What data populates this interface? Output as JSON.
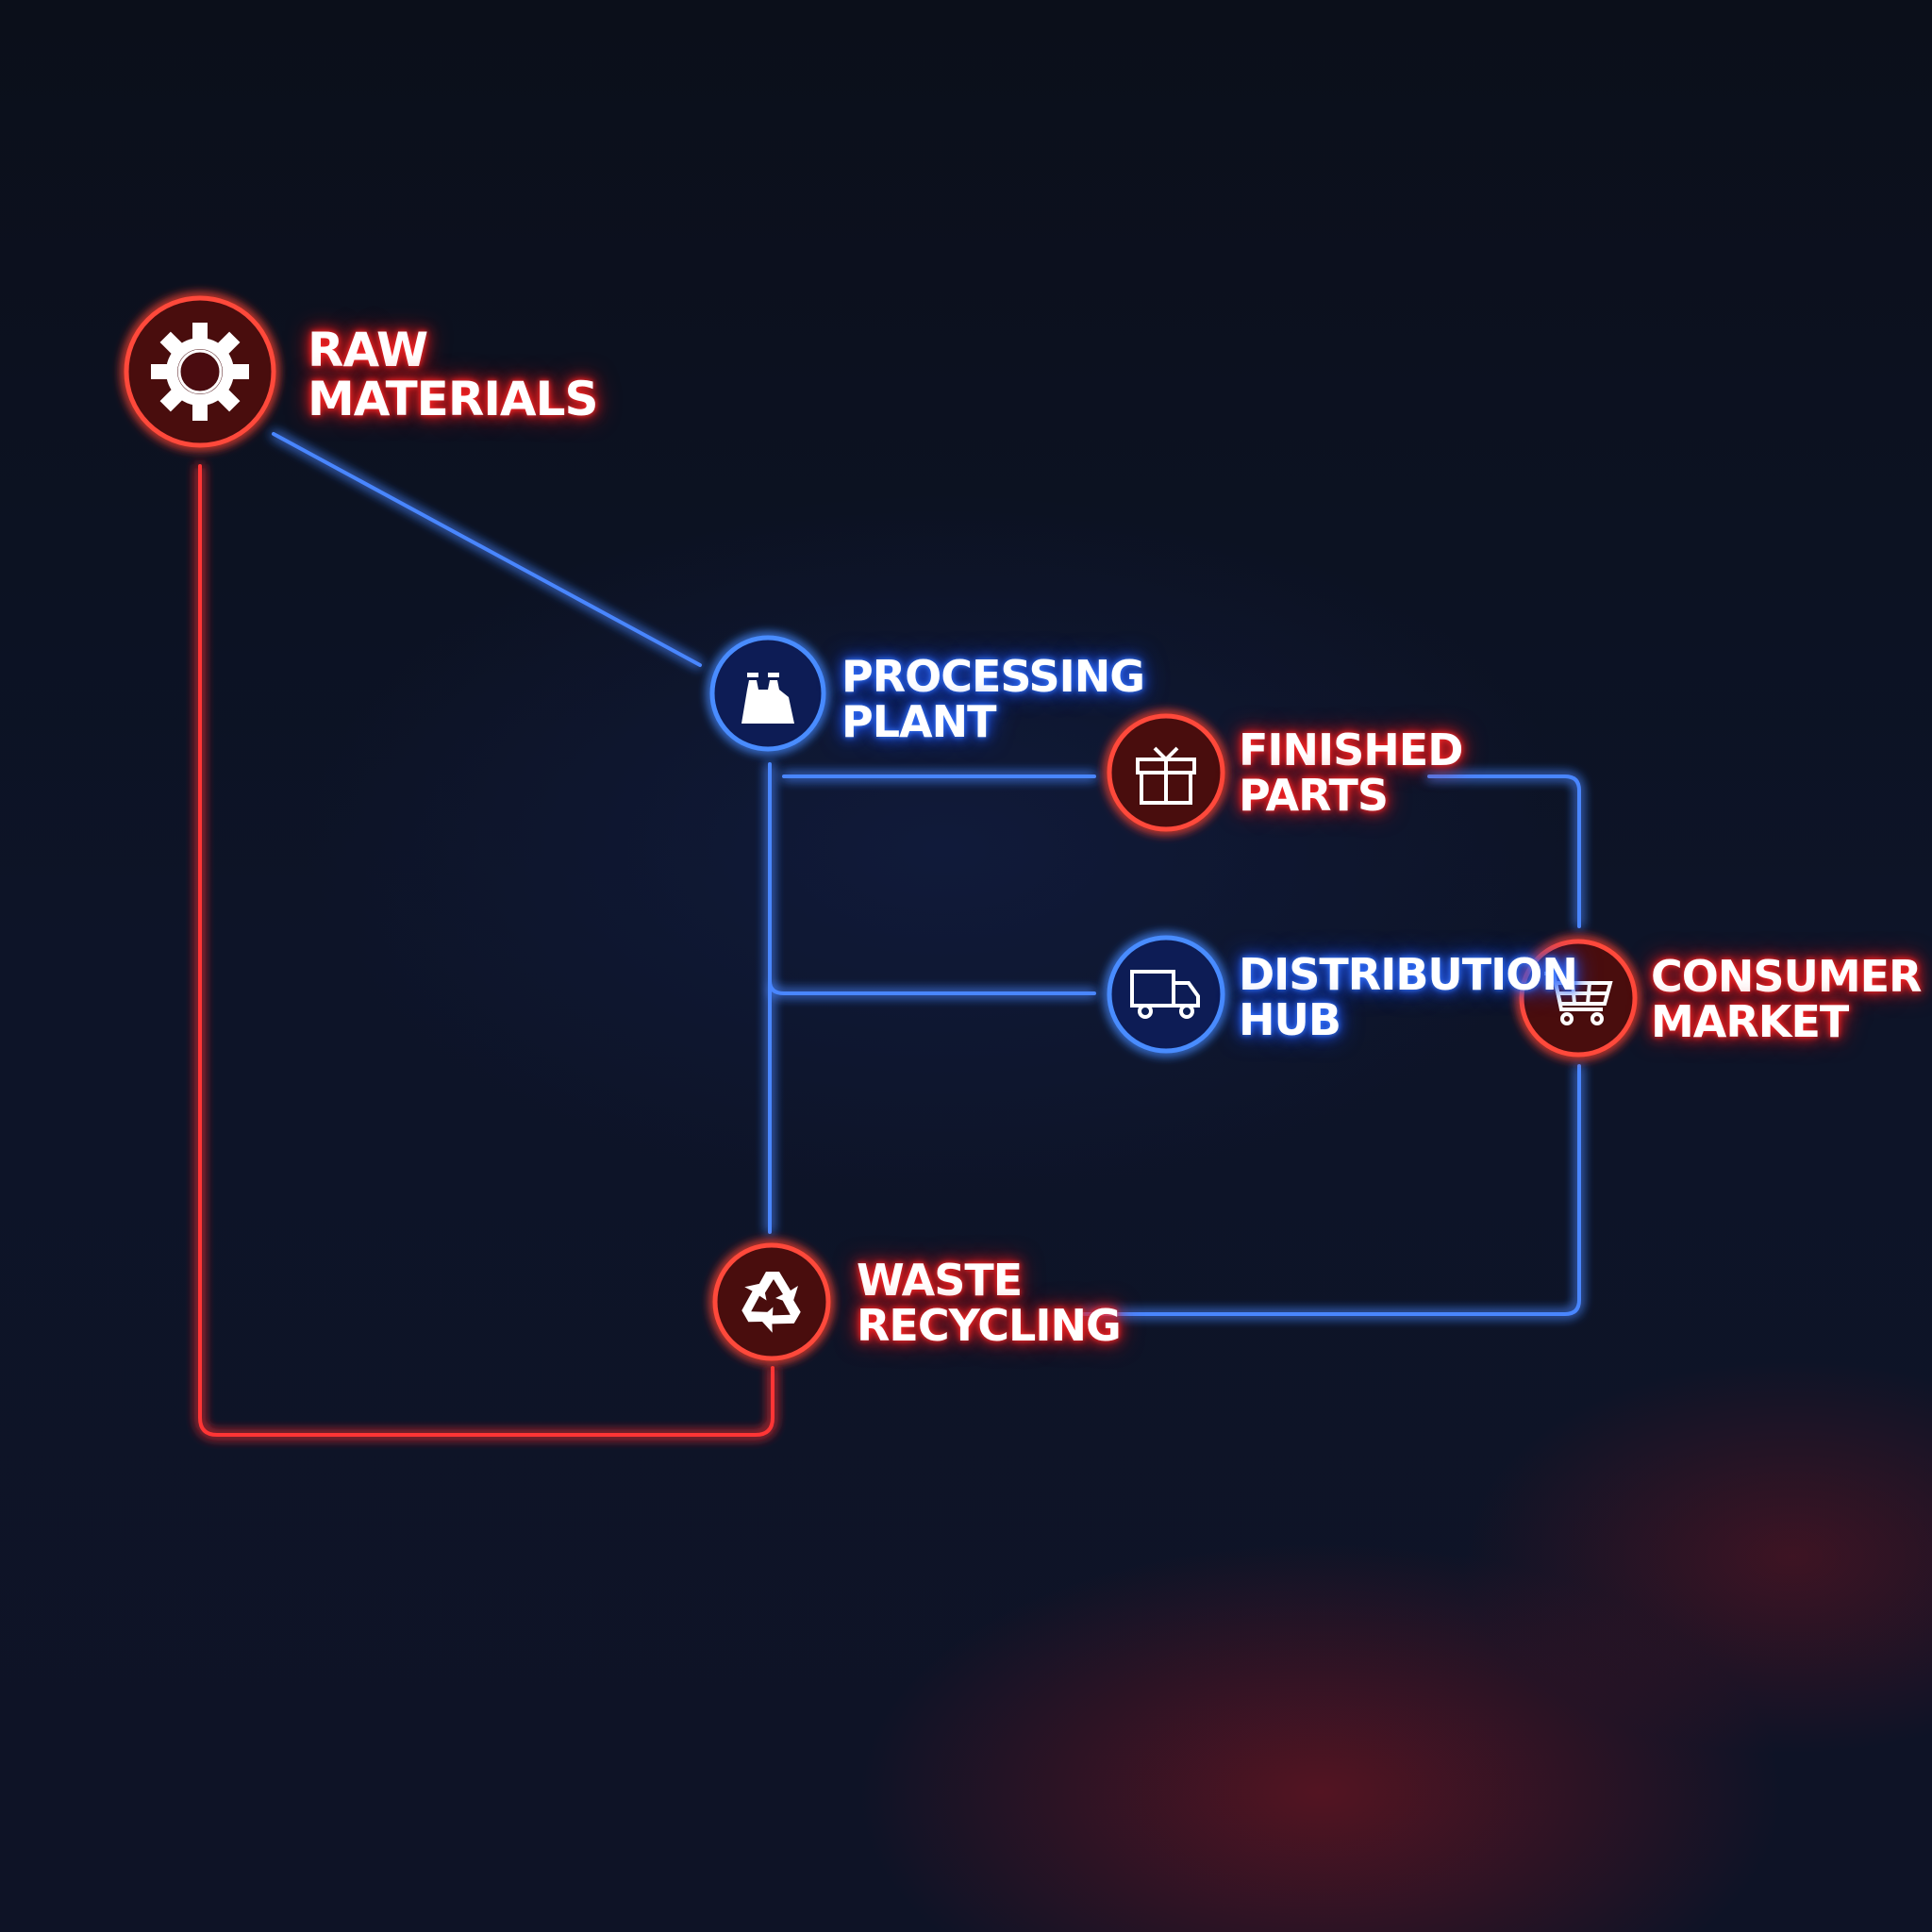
{
  "colors": {
    "red": "#ff3030",
    "blue": "#3a7bff",
    "background": "#0d1428"
  },
  "nodes": [
    {
      "id": "raw",
      "lines": [
        "RAW",
        "MATERIALS"
      ],
      "icon": "gear-icon",
      "color": "red"
    },
    {
      "id": "plant",
      "lines": [
        "PROCESSING",
        "PLANT"
      ],
      "icon": "factory-icon",
      "color": "blue"
    },
    {
      "id": "parts",
      "lines": [
        "FINISHED",
        "PARTS"
      ],
      "icon": "gift-box-icon",
      "color": "red"
    },
    {
      "id": "hub",
      "lines": [
        "DISTRIBUTION",
        "HUB"
      ],
      "icon": "truck-icon",
      "color": "blue"
    },
    {
      "id": "market",
      "lines": [
        "CONSUMER",
        "MARKET"
      ],
      "icon": "shopping-cart-icon",
      "color": "red"
    },
    {
      "id": "waste",
      "lines": [
        "WASTE",
        "RECYCLING"
      ],
      "icon": "recycle-icon",
      "color": "red"
    }
  ],
  "edges": [
    {
      "from": "raw",
      "to": "plant",
      "color": "blue"
    },
    {
      "from": "plant",
      "to": "parts",
      "color": "blue"
    },
    {
      "from": "plant",
      "to": "hub",
      "color": "blue"
    },
    {
      "from": "plant",
      "to": "waste",
      "color": "blue"
    },
    {
      "from": "parts",
      "to": "market",
      "color": "blue"
    },
    {
      "from": "market",
      "to": "waste",
      "color": "blue"
    },
    {
      "from": "waste",
      "to": "raw",
      "color": "red"
    }
  ]
}
